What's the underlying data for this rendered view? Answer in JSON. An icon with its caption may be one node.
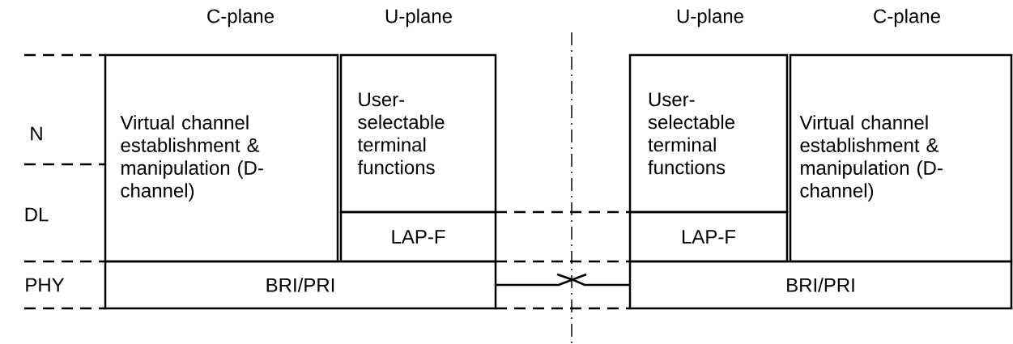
{
  "diagram": {
    "nodes": [
      {
        "text": [
          "Virtual channel establishment & manipulation (D-channel)"
        ]
      },
      {
        "text": [
          "User-selectable terminal functions"
        ]
      },
      {
        "text": [
          "LAP-F"
        ]
      },
      {
        "text": [
          "BRI/PRI"
        ]
      },
      {
        "text": [
          "User-selectable terminal functions"
        ]
      },
      {
        "text": [
          "LAP-F"
        ]
      },
      {
        "text": [
          "Virtual channel establishment & manipulation (D-channel)"
        ]
      },
      {
        "text": [
          "BRI/PRI"
        ]
      }
    ],
    "edges": [
      {
        "from": 3,
        "to": 7,
        "arrow": "none"
      }
    ],
    "labels": [
      "C-plane",
      "U-plane",
      "U-plane",
      "C-plane",
      "N",
      "DL",
      "PHY"
    ]
  }
}
